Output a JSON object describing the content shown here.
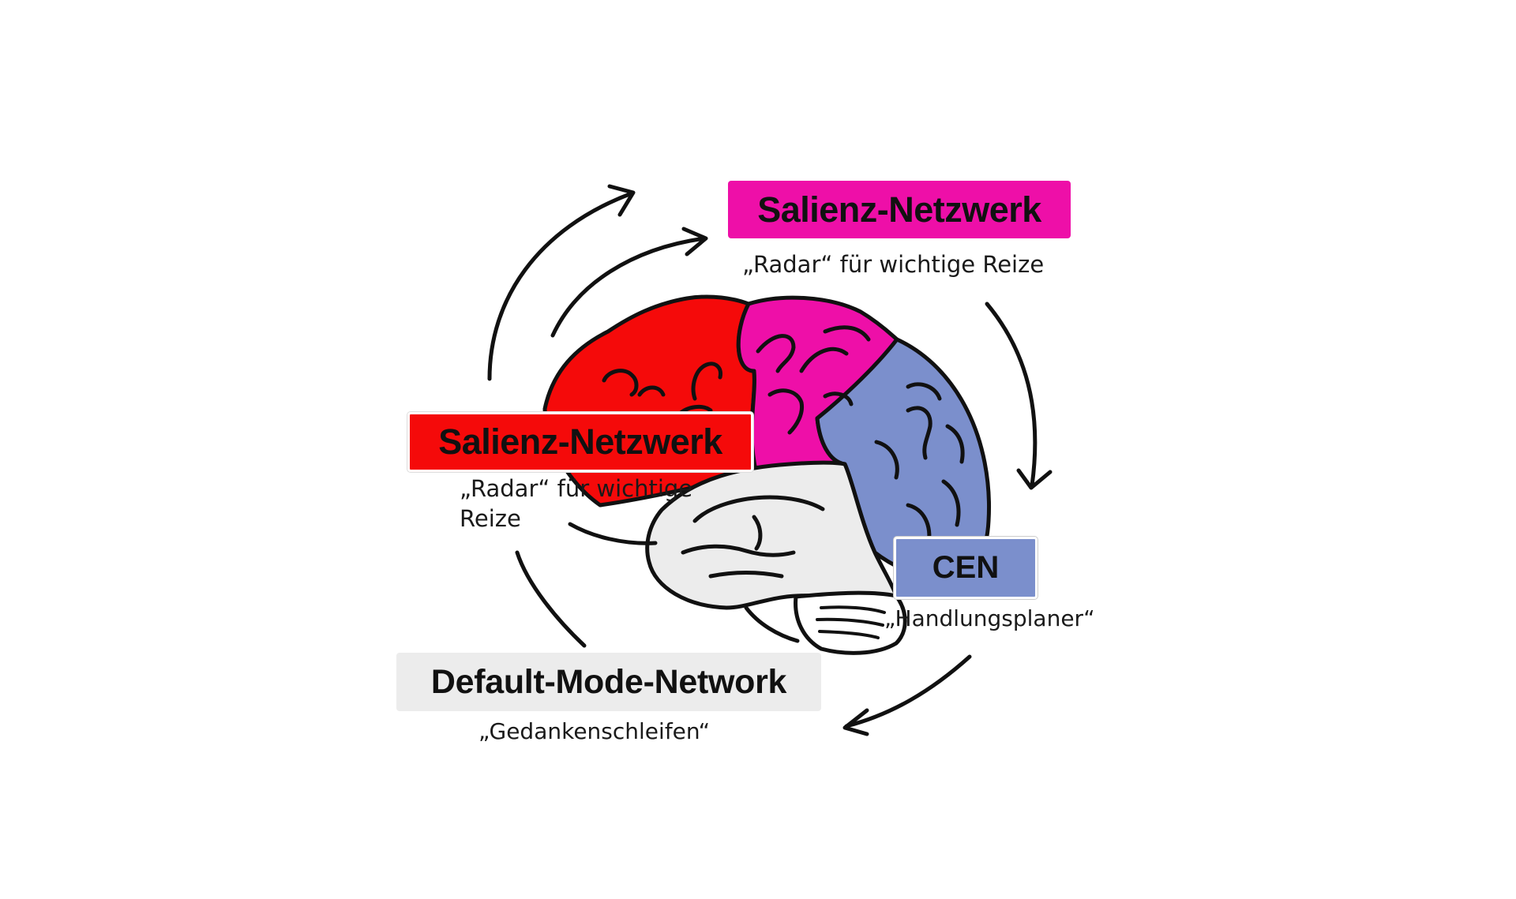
{
  "colors": {
    "salience_magenta": "#ee0fa8",
    "salience_red": "#f50a0a",
    "cen_blue": "#7b8fcc",
    "dmn_gray": "#ececec",
    "outline": "#111111"
  },
  "labels": {
    "salience_top": {
      "title": "Salienz-Netzwerk",
      "caption": "„Radar“ für wichtige Reize"
    },
    "salience_left": {
      "title": "Salienz-Netzwerk",
      "caption": "„Radar“ für wichtige Reize"
    },
    "cen": {
      "title": "CEN",
      "caption": "„Handlungsplaner“"
    },
    "dmn": {
      "title": "Default-Mode-Network",
      "caption": "„Gedankenschleifen“"
    }
  }
}
